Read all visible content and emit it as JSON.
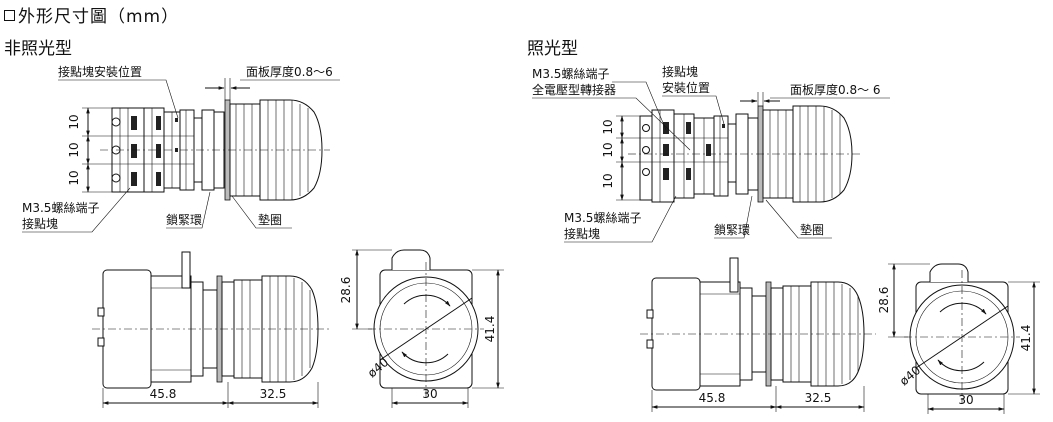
{
  "header": {
    "title": "外形尺寸圖（mm）"
  },
  "left": {
    "title": "非照光型",
    "labels": {
      "contact_position": "接點塊安裝位置",
      "panel_thickness": "面板厚度0.8～6",
      "screw_line1": "M3.5螺絲端子",
      "screw_line2": "接點塊",
      "lock_ring": "鎖緊環",
      "gasket": "墊圈"
    },
    "pitch": [
      "10",
      "10",
      "10"
    ],
    "dims": {
      "body_length": "45.8",
      "head_length": "32.5",
      "height_top": "28.6",
      "height_total": "41.4",
      "diameter": "ø40",
      "width": "30"
    }
  },
  "right": {
    "title": "照光型",
    "labels": {
      "screw_line1": "M3.5螺絲端子",
      "transformer": "全電壓型轉接器",
      "contact_line1": "接點塊",
      "contact_line2": "安裝位置",
      "panel_thickness": "面板厚度0.8～ 6",
      "screw2_line1": "M3.5螺絲端子",
      "screw2_line2": "接點塊",
      "lock_ring": "鎖緊環",
      "gasket": "墊圈"
    },
    "pitch": [
      "10",
      "10",
      "10"
    ],
    "dims": {
      "body_length": "45.8",
      "head_length": "32.5",
      "height_top": "28.6",
      "height_total": "41.4",
      "diameter": "ø40",
      "width": "30"
    }
  }
}
